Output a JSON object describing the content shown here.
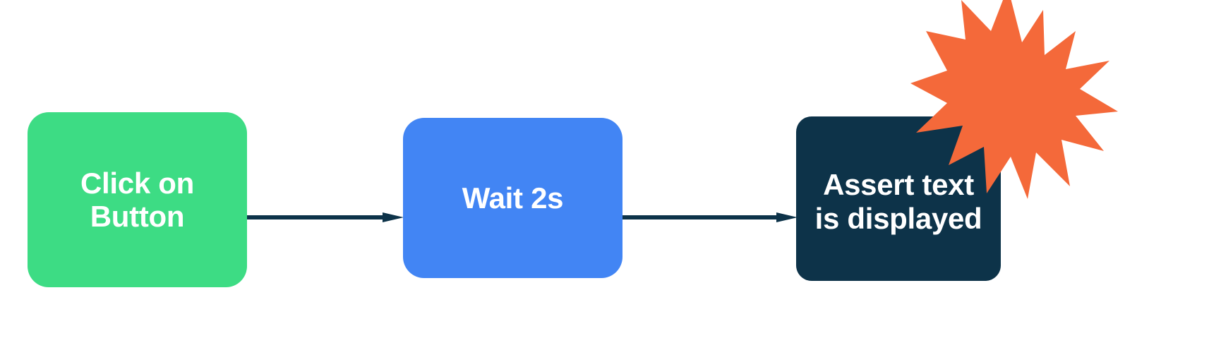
{
  "diagram": {
    "type": "flowchart",
    "orientation": "left-to-right",
    "background_color": "#FFFFFF",
    "nodes": [
      {
        "id": "click-on-button",
        "label": "Click on\nButton",
        "fill": "#3DDC84",
        "text_color": "#FFFFFF",
        "shape": "rounded-rectangle"
      },
      {
        "id": "wait-2s",
        "label": "Wait 2s",
        "fill": "#4285F4",
        "text_color": "#FFFFFF",
        "shape": "rounded-rectangle"
      },
      {
        "id": "assert-text-is-displayed",
        "label": "Assert text\nis displayed",
        "fill": "#0D3349",
        "text_color": "#FFFFFF",
        "shape": "rounded-rectangle"
      }
    ],
    "edges": [
      {
        "id": "edge-1",
        "from": "click-on-button",
        "to": "wait-2s",
        "color": "#0D3349",
        "arrowhead": "solid-triangle"
      },
      {
        "id": "edge-2",
        "from": "wait-2s",
        "to": "assert-text-is-displayed",
        "color": "#0D3349",
        "arrowhead": "solid-triangle"
      }
    ],
    "decorations": [
      {
        "id": "starburst",
        "shape": "starburst",
        "points": 12,
        "fill": "#F4693A",
        "attached_to": "assert-text-is-displayed",
        "position": "top-right"
      }
    ]
  }
}
